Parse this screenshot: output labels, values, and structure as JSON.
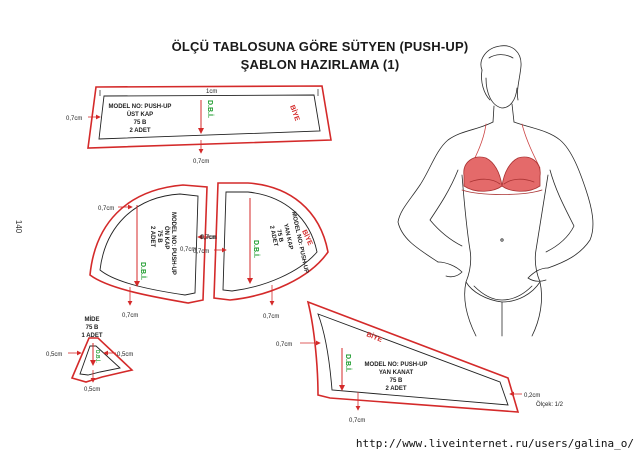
{
  "page": {
    "title_line1": "ÖLÇÜ TABLOSUNA GÖRE  SÜTYEN (PUSH-UP)",
    "title_line2": "ŞABLON HAZIRLAMA (1)",
    "page_number": "140",
    "scale": "Ölçek: 1/2",
    "source_url": "http://www.liveinternet.ru/users/galina_o/"
  },
  "colors": {
    "cut_line": "#d42a2a",
    "grain_line": "#1a9a2a",
    "outline": "#222222",
    "bra_fill": "#e46a6a"
  },
  "pieces": {
    "ust_kap": {
      "model": "MODEL NO: PUSH-UP",
      "name": "ÜST KAP",
      "size": "75 B",
      "qty": "2 ADET",
      "grain": "D.B.İ.",
      "bias": "BİYE",
      "allow_top": "1cm",
      "allow_left": "0,7cm",
      "allow_bottom": "0,7cm"
    },
    "on_kap": {
      "model": "MODEL NO: PUSH-UP",
      "name": "ÖN KAP",
      "size": "75 B",
      "qty": "2 ADET",
      "grain": "D.B.İ.",
      "allow_top": "0,7cm",
      "allow_right_a": "0,7cm",
      "allow_right_b": "0,7cm",
      "allow_bottom": "0,7cm"
    },
    "yan_kap": {
      "model": "MODEL NO: PUSH-UP",
      "name": "YAN KAP",
      "size": "75 B",
      "qty": "2 ADET",
      "grain": "D.B.İ.",
      "bias": "BİYE",
      "allow_left_a": "0,7cm",
      "allow_left_b": "0,7cm",
      "allow_bottom": "0,7cm"
    },
    "mide": {
      "name": "MİDE",
      "size": "75 B",
      "qty": "1 ADET",
      "grain": "D.B.İ.",
      "allow_left": "0,5cm",
      "allow_right": "0,5cm",
      "allow_bottom": "0,5cm"
    },
    "yan_kanat": {
      "model": "MODEL NO: PUSH-UP",
      "name": "YAN KANAT",
      "size": "75 B",
      "qty": "2 ADET",
      "grain": "D.B.İ.",
      "bias": "BİYE",
      "allow_left": "0,7cm",
      "allow_right": "0,2cm",
      "allow_bottom": "0,7cm"
    }
  },
  "illustration": {
    "icon": "woman-in-bra-illustration"
  }
}
